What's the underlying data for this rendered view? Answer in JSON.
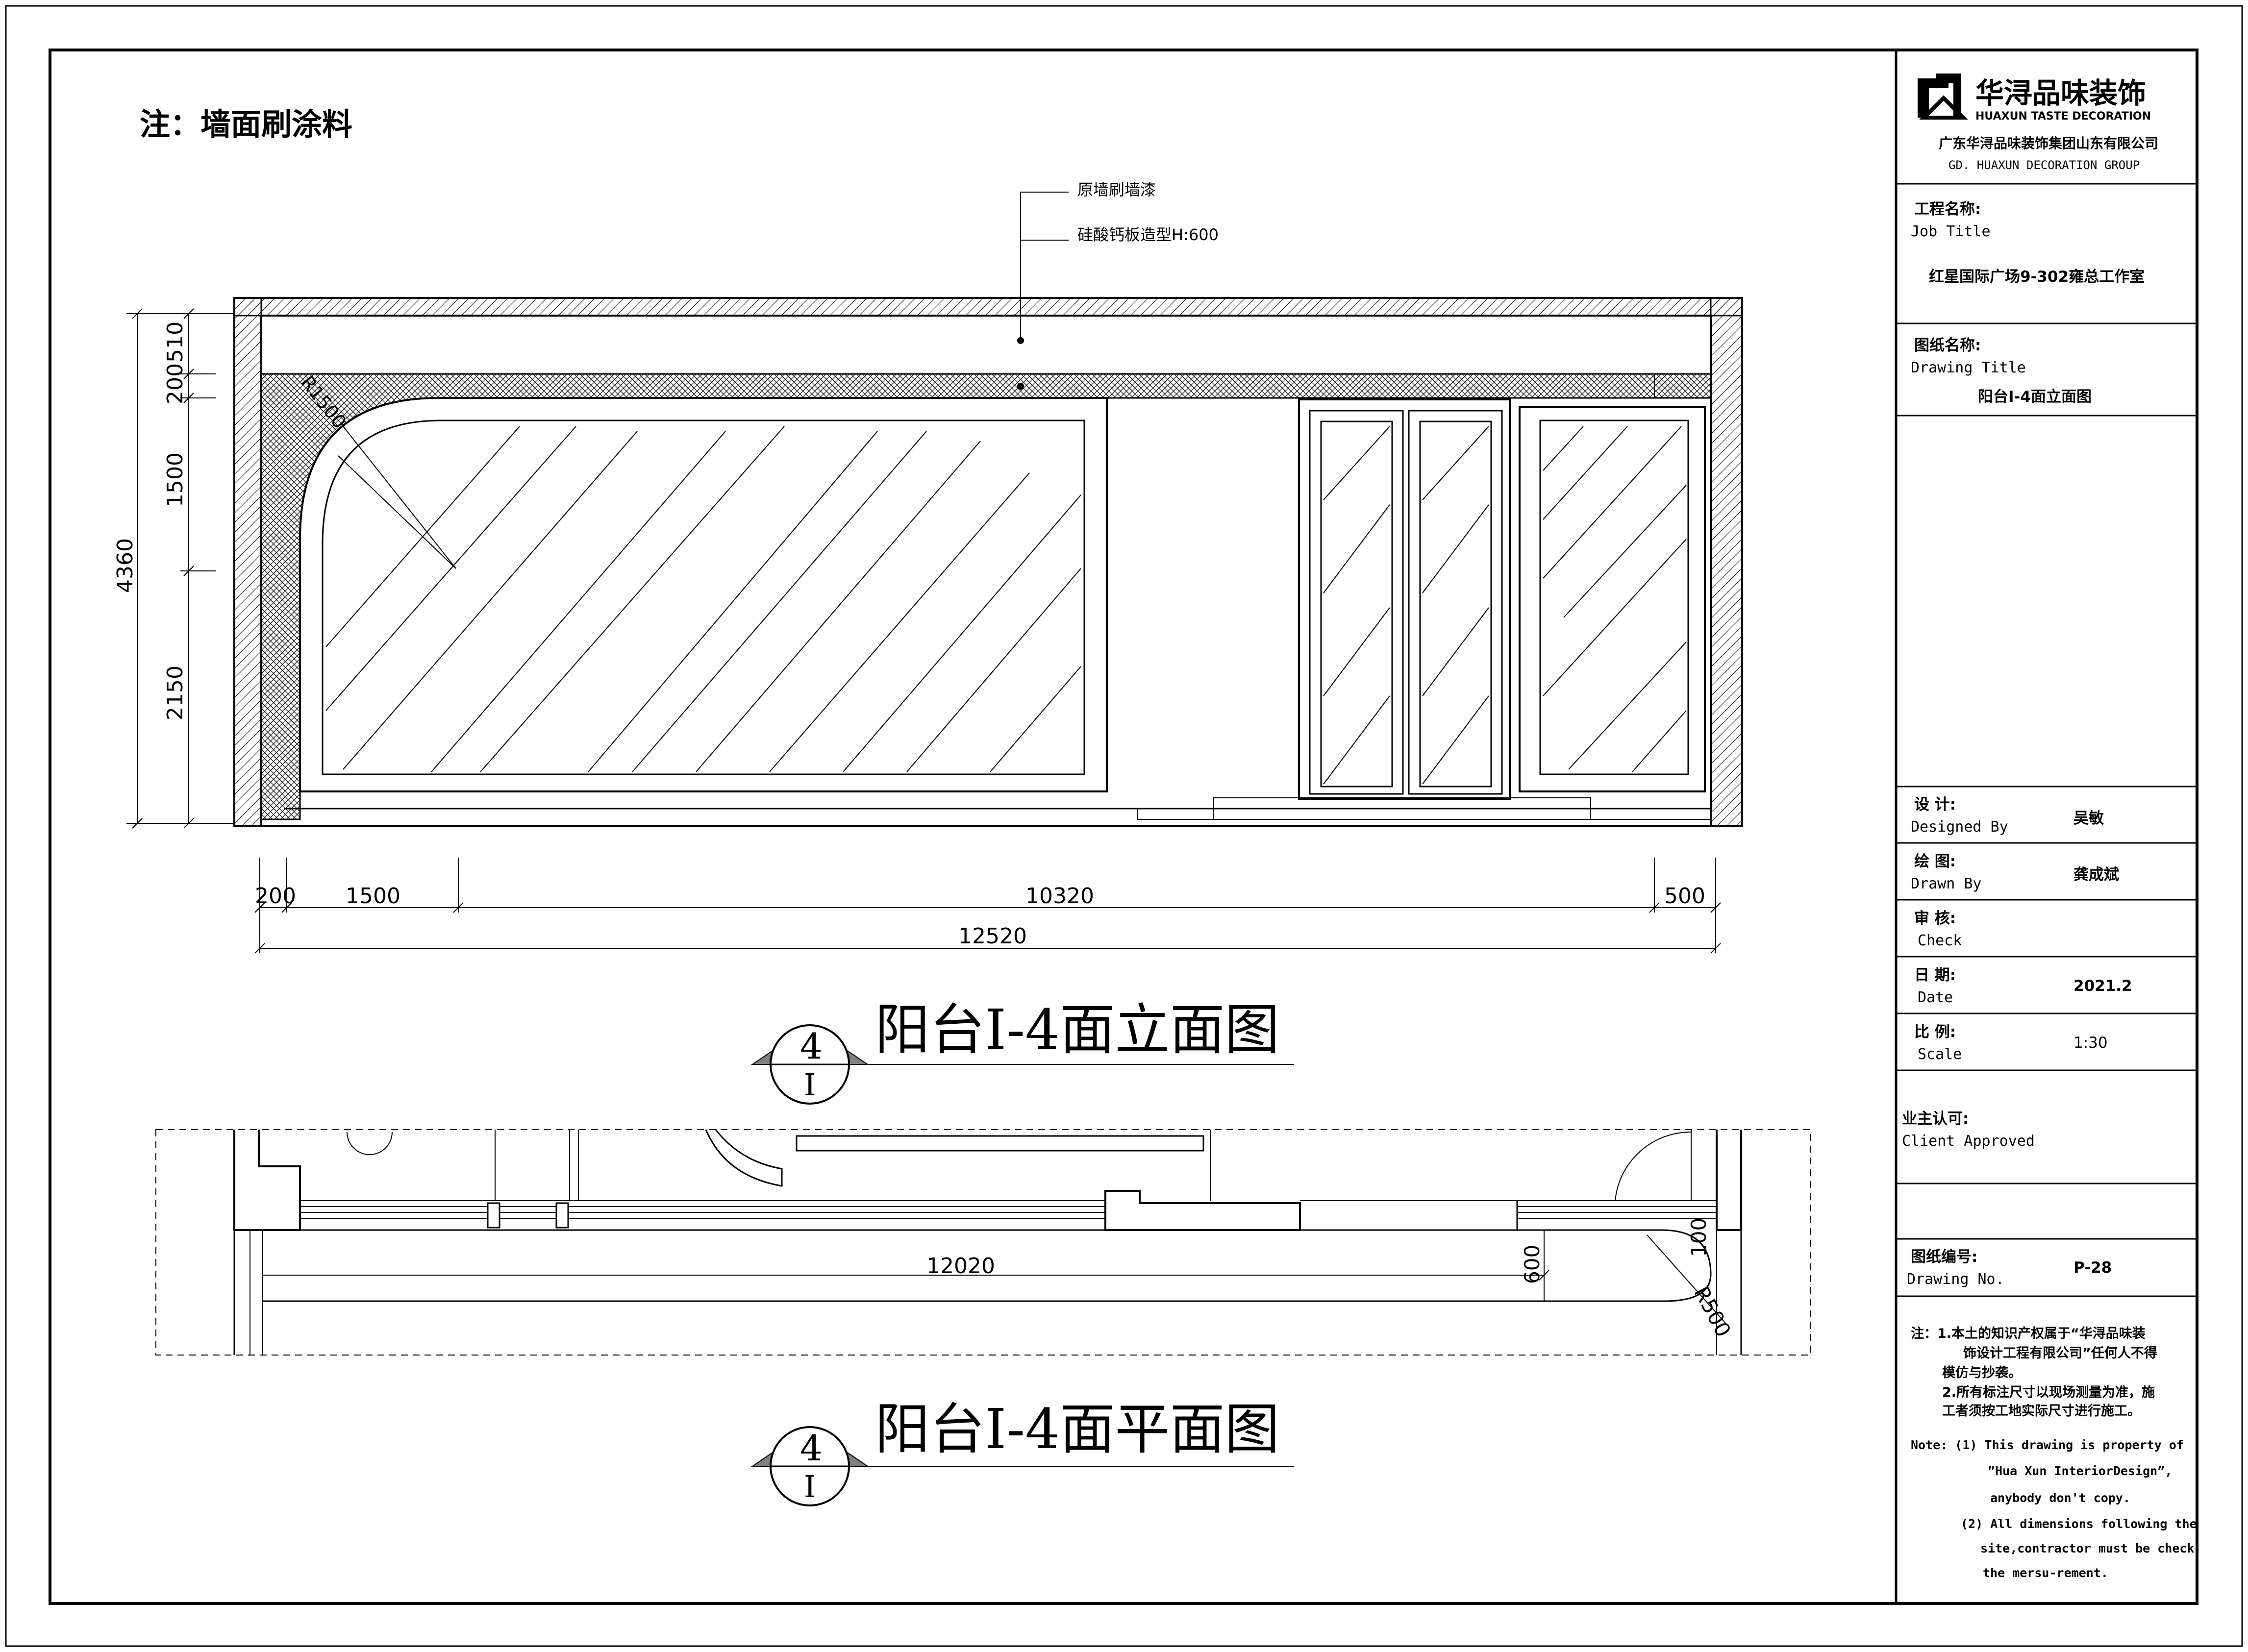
{
  "note_header": "注：墙面刷涂料",
  "leaders": {
    "paint": "原墙刷墙漆",
    "board": "硅酸钙板造型H:600"
  },
  "elevation": {
    "dims_vertical": {
      "total": "4360",
      "d510": "510",
      "d200": "200",
      "d1500": "1500",
      "d2150": "2150"
    },
    "dims_horizontal": {
      "d200": "200",
      "d1500": "1500",
      "d10320": "10320",
      "d500": "500",
      "total": "12520"
    },
    "radius_label": "R1500",
    "title": "阳台I-4面立面图",
    "symbol_top": "4",
    "symbol_bottom": "I"
  },
  "plan": {
    "dim_length": "12020",
    "dim_600": "600",
    "dim_100": "100",
    "radius_label": "R500",
    "title": "阳台I-4面平面图",
    "symbol_top": "4",
    "symbol_bottom": "I"
  },
  "title_block": {
    "logo_cn": "华浔品味装饰",
    "logo_en": "HUAXUN TASTE DECORATION",
    "company_cn": "广东华浔品味装饰集团山东有限公司",
    "company_en": "GD. HUAXUN DECORATION GROUP",
    "job_title_cn": "工程名称:",
    "job_title_en": "Job Title",
    "job_title_value": "红星国际广场9-302雍总工作室",
    "drawing_title_cn": "图纸名称:",
    "drawing_title_en": "Drawing Title",
    "drawing_title_value": "阳台I-4面立面图",
    "designed_cn": "设  计:",
    "designed_en": "Designed By",
    "designed_value": "吴敏",
    "drawn_cn": "绘  图:",
    "drawn_en": "Drawn By",
    "drawn_value": "龚成斌",
    "check_cn": "审  核:",
    "check_en": "Check",
    "date_cn": "日  期:",
    "date_en": "Date",
    "date_value": "2021.2",
    "scale_cn": "比  例:",
    "scale_en": "Scale",
    "scale_value": "1:30",
    "client_cn": "业主认可:",
    "client_en": "Client Approved",
    "drawing_no_cn": "图纸编号:",
    "drawing_no_en": "Drawing No.",
    "drawing_no_value": "P-28",
    "notes_cn_1": "注：1.本土的知识产权属于“华浔品味装",
    "notes_cn_2": "饰设计工程有限公司”任何人不得",
    "notes_cn_3": "模仿与抄袭。",
    "notes_cn_4": "2.所有标注尺寸以现场测量为准，施",
    "notes_cn_5": "工者须按工地实际尺寸进行施工。",
    "notes_en_1": "Note:  (1) This drawing is property of",
    "notes_en_2": "”Hua Xun InteriorDesign”,",
    "notes_en_3": "anybody don't copy.",
    "notes_en_4": "(2) All dimensions following the",
    "notes_en_5": "site,contractor must be check",
    "notes_en_6": "the mersu-rement."
  },
  "colors": {
    "ink": "#000000",
    "paper": "#ffffff",
    "symbol_fill": "#7f7f7f"
  }
}
